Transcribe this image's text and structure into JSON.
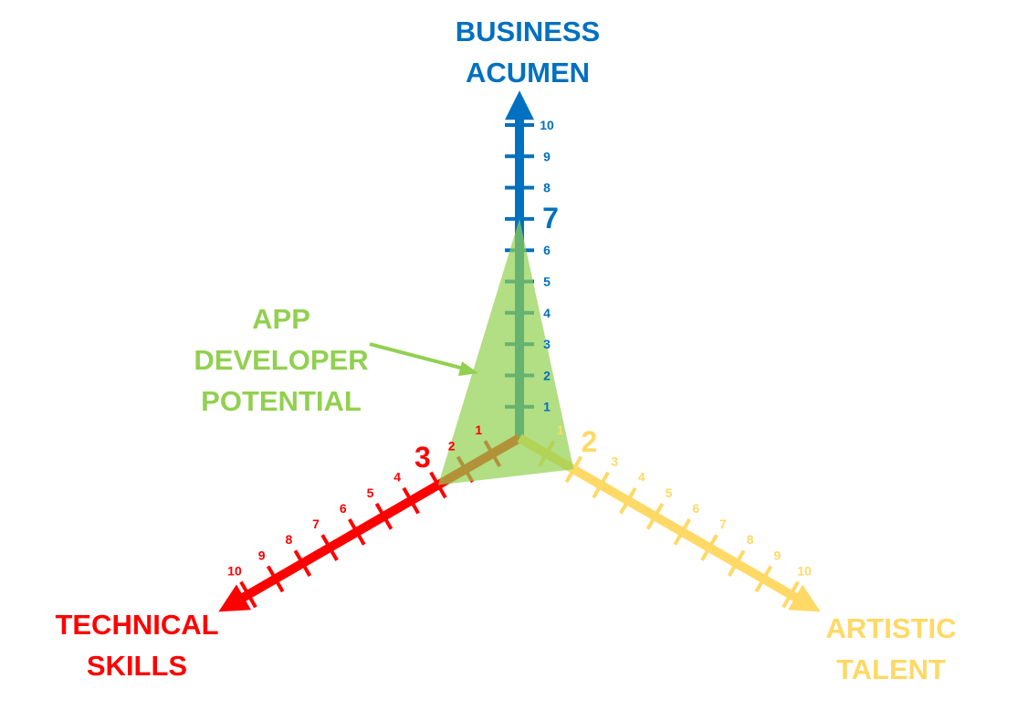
{
  "chart_data": {
    "type": "radar",
    "max": 10,
    "ticks": [
      1,
      2,
      3,
      4,
      5,
      6,
      7,
      8,
      9,
      10
    ],
    "axes": [
      {
        "key": "business",
        "title_line1": "BUSINESS",
        "title_line2": "ACUMEN",
        "color": "#0070C0",
        "value": 7
      },
      {
        "key": "technical",
        "title_line1": "TECHNICAL",
        "title_line2": "SKILLS",
        "color": "#FF0000",
        "value": 3
      },
      {
        "key": "artistic",
        "title_line1": "ARTISTIC",
        "title_line2": "TALENT",
        "color": "#FFD966",
        "value": 2
      }
    ],
    "series": [
      {
        "name_line1": "APP DEVELOPER",
        "name_line2": "POTENTIAL",
        "color": "#92D050",
        "values": [
          7,
          3,
          2
        ]
      }
    ]
  }
}
